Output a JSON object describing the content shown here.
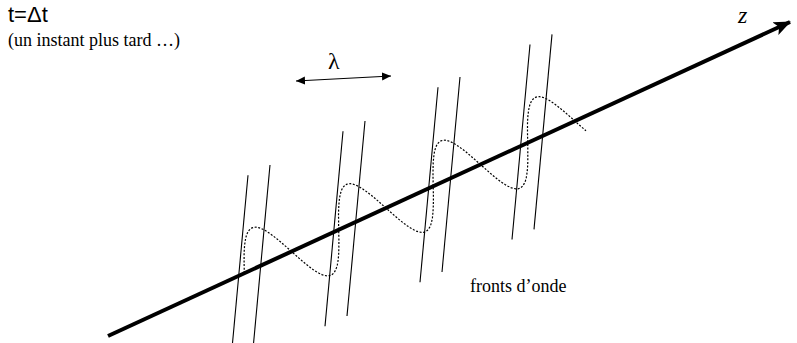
{
  "diagram": {
    "labels": [
      "t=Δt",
      "(un instant plus tard …)",
      "λ",
      "z",
      "fronts d’onde"
    ]
  }
}
